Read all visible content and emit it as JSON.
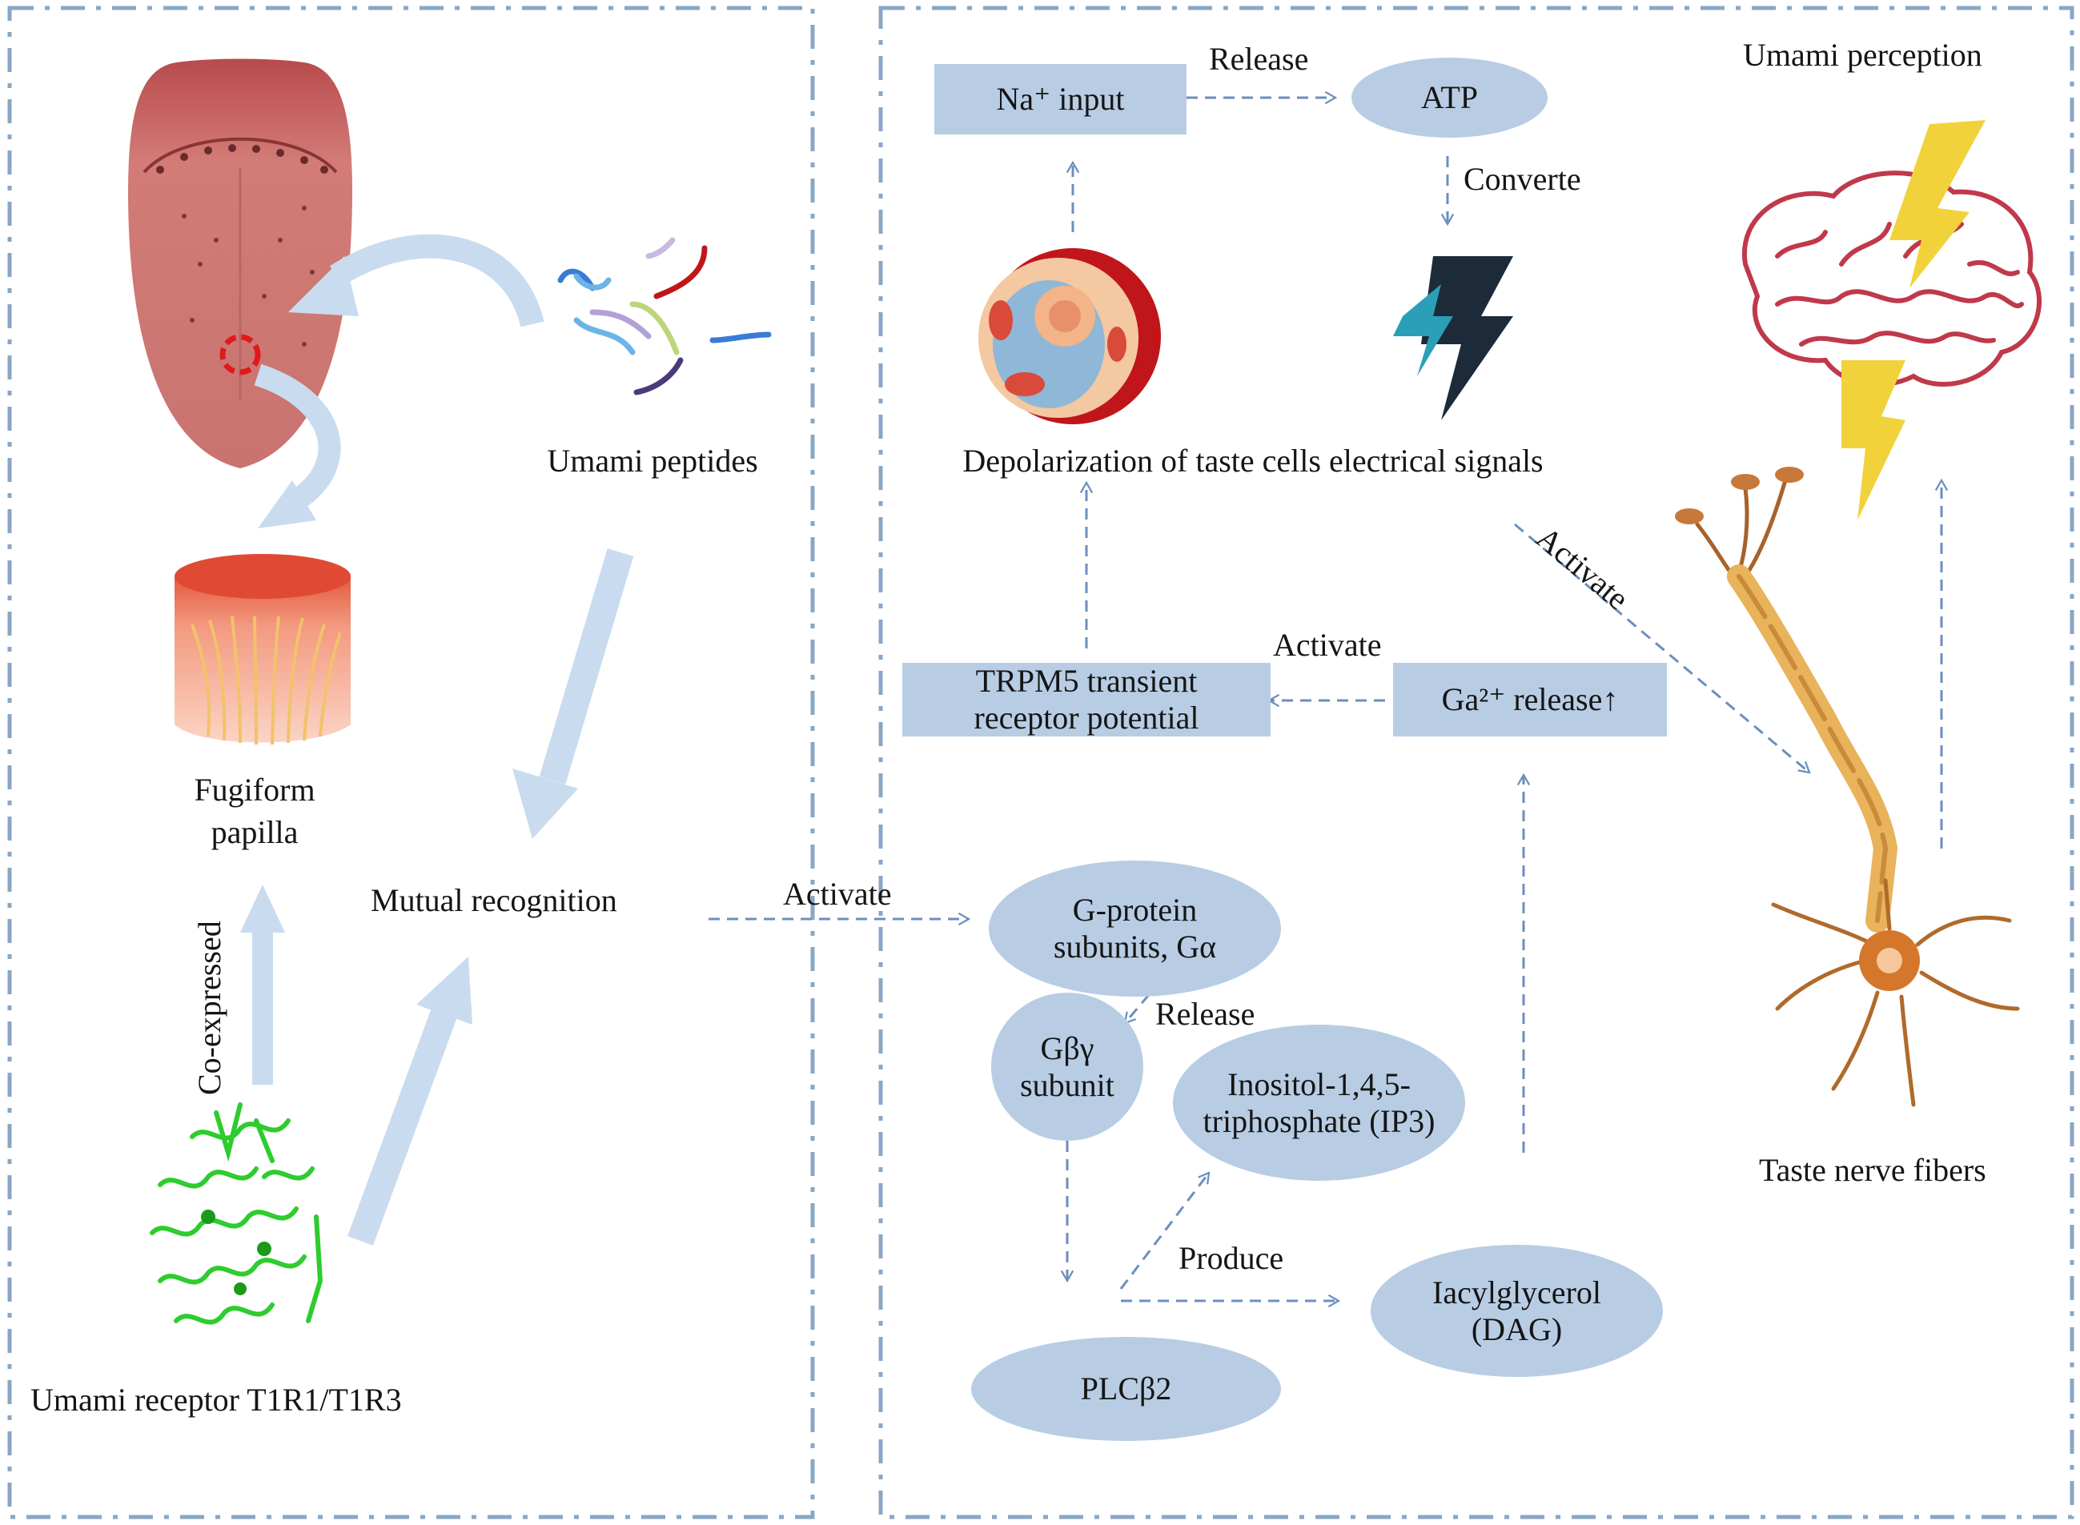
{
  "left_panel": {
    "labels": {
      "umami_peptides": "Umami peptides",
      "fugiform_papilla_1": "Fugiform",
      "fugiform_papilla_2": "papilla",
      "co_expressed": "Co-expressed",
      "mutual_recognition": "Mutual recognition",
      "receptor": "Umami receptor T1R1/T1R3"
    }
  },
  "center": {
    "activate": "Activate"
  },
  "right_panel": {
    "nodes": {
      "na_input": "Na⁺ input",
      "atp": "ATP",
      "trpm5_1": "TRPM5 transient",
      "trpm5_2": "receptor potential",
      "ga_release": "Ga²⁺ release↑",
      "g_protein_1": "G-protein",
      "g_protein_2": "subunits, Gα",
      "gby_1": "Gβγ",
      "gby_2": "subunit",
      "ip3_1": "Inositol-1,4,5-",
      "ip3_2": "triphosphate (IP3)",
      "dag_1": "Iacylglycerol",
      "dag_2": "(DAG)",
      "plc": "PLCβ2"
    },
    "labels": {
      "release_top": "Release",
      "converte": "Converte",
      "depolarization": "Depolarization of taste cells electrical signals",
      "activate_diag": "Activate",
      "activate_mid": "Activate",
      "release_gby": "Release",
      "produce": "Produce",
      "umami_perception": "Umami perception",
      "taste_nerve_fibers": "Taste nerve fibers"
    }
  },
  "colors": {
    "panel_border": "#8aa6c6",
    "node_fill": "#b8cde4",
    "arrow": "#6b8fbd",
    "big_arrow": "#c9dbef",
    "tongue": "#d98b86",
    "brain": "#c0394a",
    "bolt_yellow": "#f2d23a",
    "neuron": "#d4a24e",
    "protein": "#2ecc2e"
  }
}
